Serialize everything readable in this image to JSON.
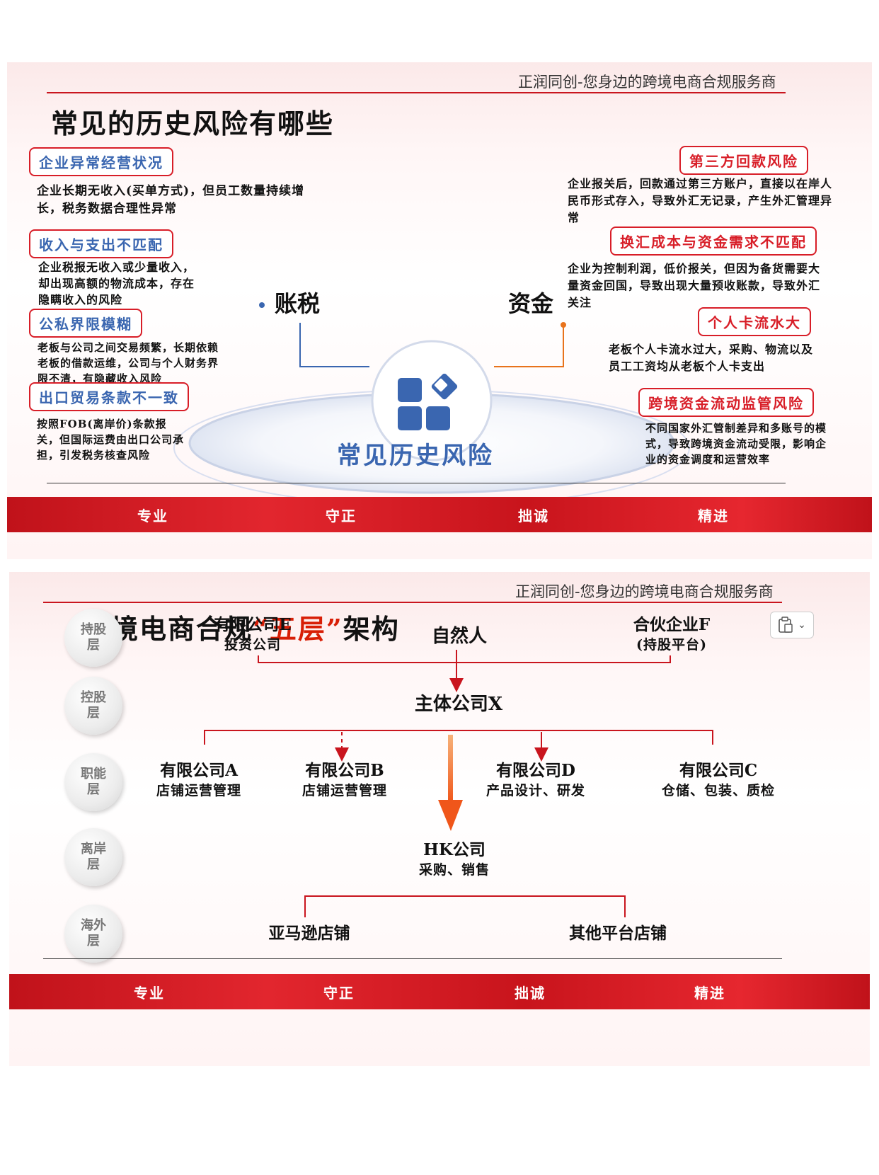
{
  "slide1": {
    "header_tag": "正润同创-您身边的跨境电商合规服务商",
    "title": "常见的历史风险有哪些",
    "left_items": [
      {
        "tag": "企业异常经营状况",
        "desc": "企业长期无收入(买单方式)，但员工数量持续增长，税务数据合理性异常"
      },
      {
        "tag": "收入与支出不匹配",
        "desc": "企业税报无收入或少量收入，却出现高额的物流成本，存在隐瞒收入的风险"
      },
      {
        "tag": "公私界限模糊",
        "desc": "老板与公司之间交易频繁，长期依赖老板的借款运维，公司与个人财务界限不清，有隐藏收入风险"
      },
      {
        "tag": "出口贸易条款不一致",
        "desc": "按照FOB(离岸价)条款报关，但国际运费由出口公司承担，引发税务核查风险"
      }
    ],
    "right_items": [
      {
        "tag": "第三方回款风险",
        "desc": "企业报关后，回款通过第三方账户，直接以在岸人民币形式存入，导致外汇无记录，产生外汇管理异常"
      },
      {
        "tag": "换汇成本与资金需求不匹配",
        "desc": "企业为控制利润，低价报关，但因为备货需要大量资金回国，导致出现大量预收账款，导致外汇关注"
      },
      {
        "tag": "个人卡流水大",
        "desc": "老板个人卡流水过大，采购、物流以及员工工资均从老板个人卡支出"
      },
      {
        "tag": "跨境资金流动监管风险",
        "desc": "不同国家外汇管制差异和多账号的模式，导致跨境资金流动受限，影响企业的资金调度和运营效率"
      }
    ],
    "label_tax": "账税",
    "label_fund": "资金",
    "center_title": "常见历史风险",
    "icon": "apps-grid-icon",
    "colors": {
      "accent_red": "#d81e28",
      "accent_blue": "#3a66b0",
      "line_orange": "#e8731c"
    }
  },
  "slide2": {
    "header_tag": "正润同创-您身边的跨境电商合规服务商",
    "title_prefix": "跨境电商合规",
    "title_accent": "“五层”",
    "title_suffix": "架构",
    "layers": [
      "持股层",
      "控股层",
      "职能层",
      "离岸层",
      "海外层"
    ],
    "holding": [
      {
        "name": "有限公司E",
        "sub": "投资公司"
      },
      {
        "name": "自然人",
        "sub": ""
      },
      {
        "name": "合伙企业F",
        "sub": "(持股平台)"
      }
    ],
    "main_company": "主体公司X",
    "functional": [
      {
        "name": "有限公司A",
        "sub": "店铺运营管理"
      },
      {
        "name": "有限公司B",
        "sub": "店铺运营管理"
      },
      {
        "name": "有限公司D",
        "sub": "产品设计、研发"
      },
      {
        "name": "有限公司C",
        "sub": "仓储、包装、质检"
      }
    ],
    "offshore": {
      "name": "HK公司",
      "sub": "采购、销售"
    },
    "overseas": [
      "亚马逊店铺",
      "其他平台店铺"
    ],
    "clipboard_icon": "clipboard-icon",
    "clipboard_caret": "⌄"
  },
  "footer": [
    "专业",
    "守正",
    "拙诚",
    "精进"
  ]
}
